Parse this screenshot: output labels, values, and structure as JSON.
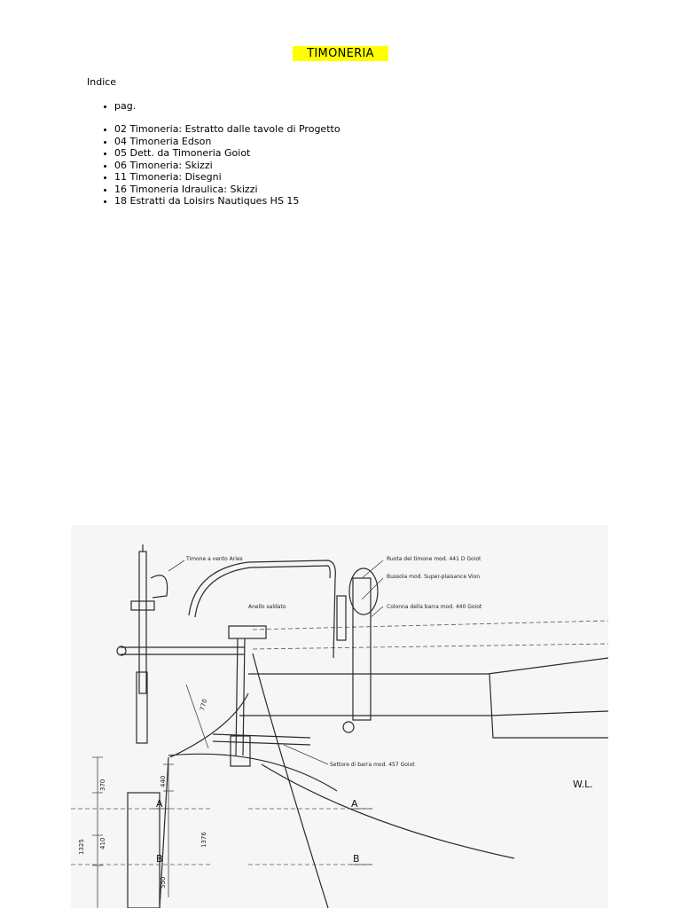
{
  "title": "TIMONERIA",
  "indice_label": "Indice",
  "pag_label": "pag.",
  "items": [
    "02 Timoneria: Estratto dalle tavole di Progetto",
    "04 Timoneria Edson",
    "05 Dett. da Timoneria Goiot",
    "06 Timoneria: Skizzi",
    "11 Timoneria: Disegni",
    "16 Timoneria Idraulica: Skizzi",
    "18 Estratti da Loisirs Nautiques HS 15"
  ],
  "drawing": {
    "labels": {
      "timone_vento": "Timone a vento Aries",
      "ruota": "Ruota del timone mod. 441 D Goiot",
      "bussola": "Bussola mod. Super-plaisance Vion",
      "anello": "Anello saldato",
      "colonna": "Colonna della barra mod. 440 Goiot",
      "settore": "Settore di barra mod. 457 Goiot",
      "wl": "W.L.",
      "a": "A",
      "b": "B"
    },
    "dimensions": {
      "d770": "770",
      "d370": "370",
      "d440": "440",
      "d410": "410",
      "d1325": "1325",
      "d1376": "1376",
      "d550": "550"
    }
  }
}
